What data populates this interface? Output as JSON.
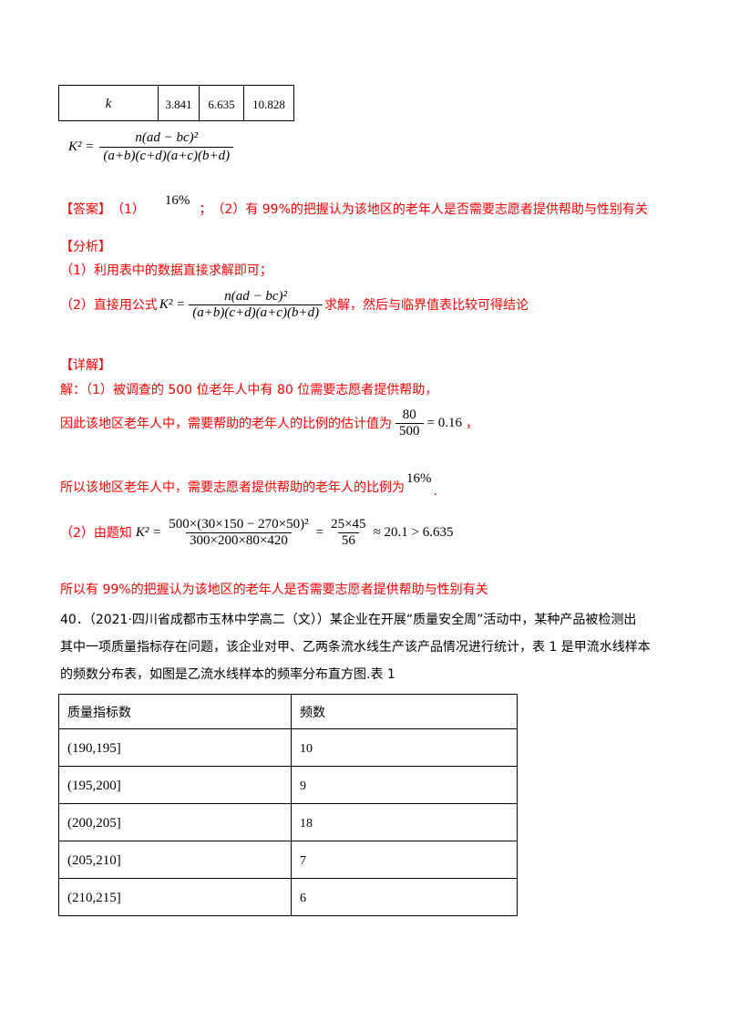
{
  "critical_table": {
    "label": "k",
    "values": [
      "3.841",
      "6.635",
      "10.828"
    ]
  },
  "formula": {
    "lhs": "K² =",
    "numerator": "n(ad − bc)²",
    "denominator": "(a+b)(c+d)(a+c)(b+d)"
  },
  "answer": {
    "tag": "【答案】",
    "p1_prefix": "（1）",
    "p1_value": "16%",
    "p2_sep": "；",
    "p2_text": "（2）有 99%的把握认为该地区的老年人是否需要志愿者提供帮助与性别有关"
  },
  "analysis": {
    "tag": "【分析】",
    "line1": "（1）利用表中的数据直接求解即可；",
    "line2_prefix": "（2）直接用公式",
    "line2_suffix": "求解，然后与临界值表比较可得结论"
  },
  "detail": {
    "tag": "【详解】",
    "line1": "解：（1）被调查的 500 位老年人中有 80 位需要志愿者提供帮助，",
    "line2_prefix": "因此该地区老年人中，需要帮助的老年人的比例的估计值为",
    "est_num": "80",
    "est_den": "500",
    "est_result": "= 0.16",
    "est_suffix": "，",
    "line3_prefix": "所以该地区老年人中，需要志愿者提供帮助的老年人的比例为",
    "line3_value": "16%",
    "line3_suffix": ".",
    "line4_prefix": "（2）由题知",
    "k_lhs": "K² =",
    "k_num": "500×(30×150 − 270×50)²",
    "k_den": "300×200×80×420",
    "k_eq": "=",
    "k_num2": "25×45",
    "k_den2": "56",
    "k_result": "≈ 20.1 > 6.635",
    "conclusion": "所以有 99%的把握认为该地区的老年人是否需要志愿者提供帮助与性别有关"
  },
  "problem": {
    "line1": "40．（2021·四川省成都市玉林中学高二（文））某企业在开展“质量安全周”活动中，某种产品被检测出",
    "line2": "其中一项质量指标存在问题，该企业对甲、乙两条流水线生产该产品情况进行统计，表 1 是甲流水线样本",
    "line3": "的频数分布表，如图是乙流水线样本的频率分布直方图.表 1"
  },
  "freq_table": {
    "headers": [
      "质量指标数",
      "频数"
    ],
    "rows": [
      {
        "interval": "(190,195]",
        "count": "10"
      },
      {
        "interval": "(195,200]",
        "count": "9"
      },
      {
        "interval": "(200,205]",
        "count": "18"
      },
      {
        "interval": "(205,210]",
        "count": "7"
      },
      {
        "interval": "(210,215]",
        "count": "6"
      }
    ]
  }
}
